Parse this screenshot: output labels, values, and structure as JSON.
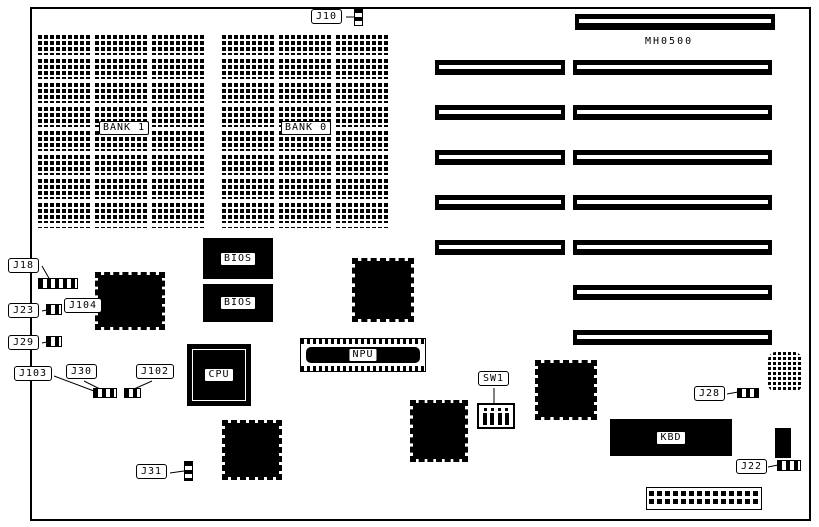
{
  "diagram": {
    "ink_color": "#000000",
    "background_color": "#ffffff"
  },
  "board": {
    "model_label": "MH0500"
  },
  "memory": {
    "bank1_label": "BANK 1",
    "bank0_label": "BANK 0"
  },
  "chips": {
    "bios1_label": "BIOS",
    "bios2_label": "BIOS",
    "cpu_label": "CPU",
    "npu_label": "NPU",
    "kbd_label": "KBD"
  },
  "connectors": {
    "j10": "J10",
    "j18": "J18",
    "j22": "J22",
    "j23": "J23",
    "j28": "J28",
    "j29": "J29",
    "j30": "J30",
    "j31": "J31",
    "j102": "J102",
    "j103": "J103",
    "j104": "J104",
    "sw1": "SW1"
  }
}
